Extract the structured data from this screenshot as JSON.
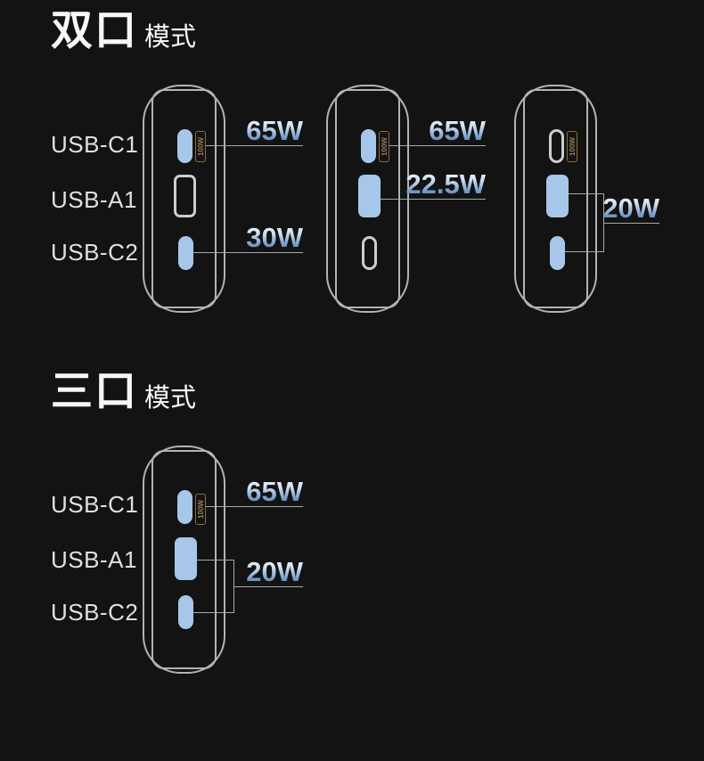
{
  "page": {
    "background": "#131313"
  },
  "colors": {
    "port_active_fill": "#a6c7ea",
    "port_inactive_outline": "#cdcdcd",
    "device_outline": "#b3b3b3",
    "leader_line": "#a8a8a8",
    "watt_gradient_top": "#f3f8fd",
    "watt_gradient_bottom": "#46729f",
    "tag_brown": "#9d7e51",
    "label_text": "#e0e0e0",
    "title_text": "#f7f7f7"
  },
  "sections": [
    {
      "id": "dual-port-mode",
      "title": {
        "main": "双口",
        "sub": "模式"
      },
      "port_labels": [
        "USB-C1",
        "USB-A1",
        "USB-C2"
      ],
      "devices": [
        {
          "c1_tag": "100W",
          "c1_watt": "65W",
          "c2_watt": "30W",
          "active_ports": [
            "USB-C1",
            "USB-C2"
          ]
        },
        {
          "c1_tag": "100W",
          "c1_watt": "65W",
          "a1_watt": "22.5W",
          "active_ports": [
            "USB-C1",
            "USB-A1"
          ]
        },
        {
          "c1_tag": "100W",
          "shared_watt": "20W",
          "active_ports": [
            "USB-A1",
            "USB-C2"
          ]
        }
      ]
    },
    {
      "id": "triple-port-mode",
      "title": {
        "main": "三口",
        "sub": "模式"
      },
      "port_labels": [
        "USB-C1",
        "USB-A1",
        "USB-C2"
      ],
      "devices": [
        {
          "c1_tag": "100W",
          "c1_watt": "65W",
          "shared_watt": "20W",
          "active_ports": [
            "USB-C1",
            "USB-A1",
            "USB-C2"
          ]
        }
      ]
    }
  ]
}
